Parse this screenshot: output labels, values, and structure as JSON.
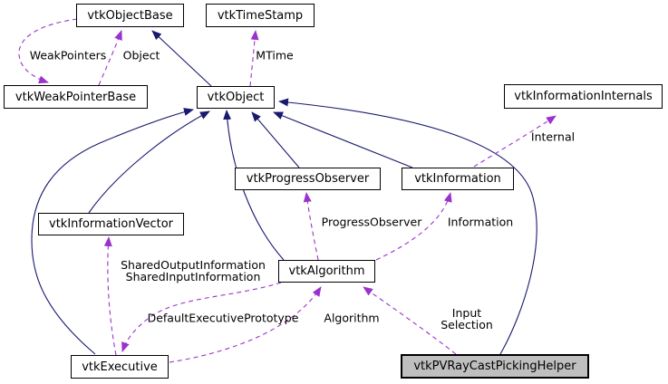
{
  "diagram": {
    "type": "collaboration-graph",
    "nodes": {
      "objectbase": {
        "label": "vtkObjectBase"
      },
      "timestamp": {
        "label": "vtkTimeStamp"
      },
      "weakpointerbase": {
        "label": "vtkWeakPointerBase"
      },
      "object": {
        "label": "vtkObject"
      },
      "infointernals": {
        "label": "vtkInformationInternals"
      },
      "progressobserver": {
        "label": "vtkProgressObserver"
      },
      "information": {
        "label": "vtkInformation"
      },
      "infovector": {
        "label": "vtkInformationVector"
      },
      "algorithm": {
        "label": "vtkAlgorithm"
      },
      "executive": {
        "label": "vtkExecutive"
      },
      "helper": {
        "label": "vtkPVRayCastPickingHelper",
        "highlighted": true
      }
    },
    "edge_labels": {
      "weak_pointers": "WeakPointers",
      "object": "Object",
      "mtime": "MTime",
      "internal": "Internal",
      "progress_observer": "ProgressObserver",
      "information": "Information",
      "shared_output_information": "SharedOutputInformation",
      "shared_input_information": "SharedInputInformation",
      "default_executive_prototype": "DefaultExecutivePrototype",
      "algorithm": "Algorithm",
      "input": "Input",
      "selection": "Selection"
    },
    "colors": {
      "inheritance_color": "#191970",
      "usage_color": "#9a32cd",
      "node_fill": "#ffffff",
      "node_border": "#000000",
      "highlight_fill": "#bfbfbf",
      "text_color": "#000000",
      "bg_color": "#ffffff"
    }
  }
}
